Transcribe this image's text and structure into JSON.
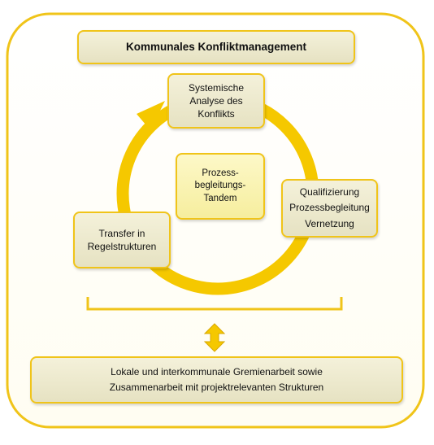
{
  "title": "Kommunales Konfliktmanagement",
  "nodes": {
    "top": "Systemische\nAnalyse des\nKonflikts",
    "right": "Qualifizierung\nProzessbegleitung\nVernetzung",
    "left": "Transfer in\nRegelstrukturen",
    "center": "Prozess-\nbegleitungs-\nTandem"
  },
  "bottom": "Lokale und interkommunale Gremienarbeit sowie\nZusammenarbeit mit projektrelevanten Strukturen",
  "colors": {
    "accent": "#f0c419",
    "box_fill": "#eeebd0",
    "center_fill": "#fbf5b8"
  }
}
